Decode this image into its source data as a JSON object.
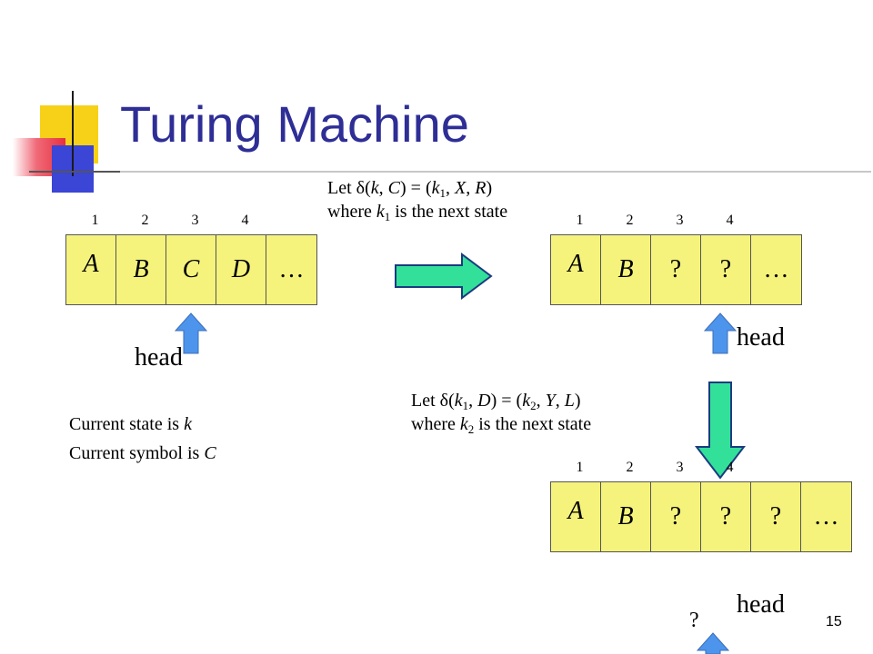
{
  "title": "Turing Machine",
  "page_number": "15",
  "transition1": {
    "prefix": "Let ",
    "delta": "δ",
    "open": "(",
    "k": "k",
    "comma1": ", ",
    "C": "C",
    "close_eq": ") = (",
    "k1": "k",
    "sub1": "1",
    "comma2": ", ",
    "X": "X",
    "comma3": ", ",
    "R": "R",
    "close": ")",
    "where": "where ",
    "wk": "k",
    "wsub": "1",
    "rest": " is the next state"
  },
  "transition2": {
    "prefix": "Let ",
    "delta": "δ",
    "open": "(",
    "k": "k",
    "ksub": "1",
    "comma1": ", ",
    "D": "D",
    "close_eq": ") = (",
    "k2": "k",
    "sub2": "2",
    "comma2": ", ",
    "Y": "Y",
    "comma3": ", ",
    "L": "L",
    "close": ")",
    "where": "where ",
    "wk": "k",
    "wsub": "2",
    "rest": " is the next state"
  },
  "current_state": {
    "prefix": "Current state is ",
    "value": "k"
  },
  "current_symbol": {
    "prefix": "Current symbol is ",
    "value": "C"
  },
  "tape1": {
    "numbers": [
      "1",
      "2",
      "3",
      "4"
    ],
    "cells": [
      "A",
      "B",
      "C",
      "D",
      "…"
    ],
    "head_label": "head"
  },
  "tape2": {
    "numbers": [
      "1",
      "2",
      "3",
      "4"
    ],
    "cells": [
      "A",
      "B",
      "?",
      "?",
      "…"
    ],
    "head_label": "head"
  },
  "tape3": {
    "numbers": [
      "1",
      "2",
      "3",
      "4"
    ],
    "cells": [
      "A",
      "B",
      "?",
      "?",
      "?",
      "…"
    ],
    "head_label": "head",
    "head_question": "?"
  },
  "colors": {
    "title": "#2e2e96",
    "tape": "#f5f37c",
    "head_arrow": "#4d94ec",
    "transition_arrow": "#33e09a"
  }
}
